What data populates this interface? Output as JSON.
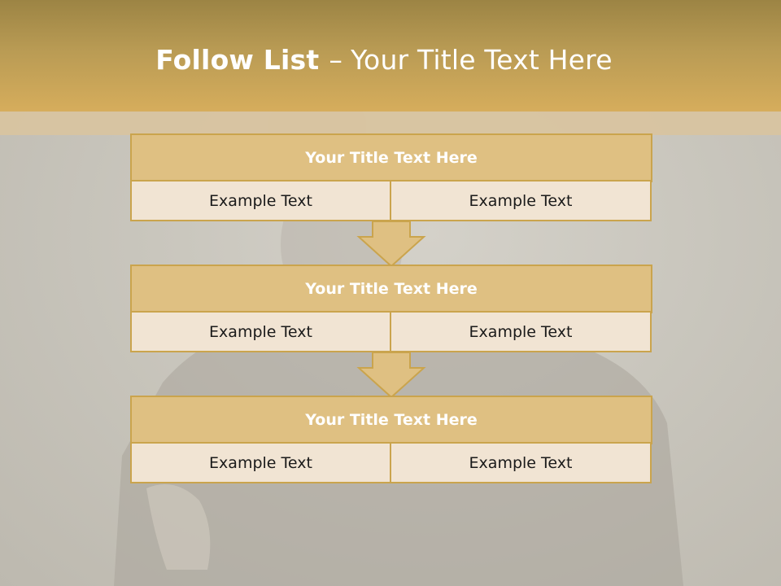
{
  "slide": {
    "title_bold": "Follow List",
    "title_dash": "–",
    "title_rest": "Your Title Text Here"
  },
  "steps": [
    {
      "title": "Your Title Text Here",
      "left": "Example Text",
      "right": "Example Text"
    },
    {
      "title": "Your Title Text Here",
      "left": "Example Text",
      "right": "Example Text"
    },
    {
      "title": "Your Title Text Here",
      "left": "Example Text",
      "right": "Example Text"
    }
  ],
  "colors": {
    "accent": "#d6ad5c",
    "box_header": "#dfc082",
    "box_cell": "#f1e4d3",
    "border": "#caa44d"
  }
}
